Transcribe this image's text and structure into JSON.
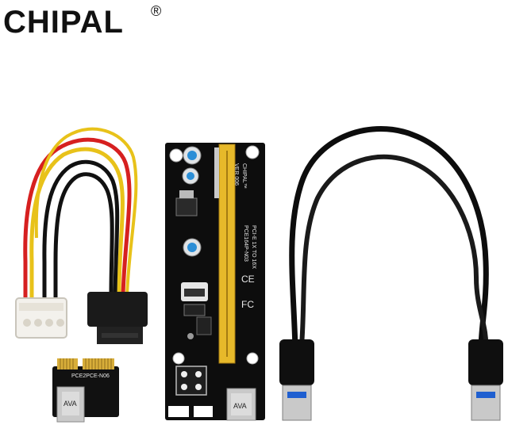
{
  "brand": {
    "name": "CHIPAL",
    "registered_mark": "®"
  },
  "pcb_labels": {
    "brand": "CHIPAL™",
    "version": "VER 006",
    "spec": "PCI-E 1X TO 16X",
    "model": "PCE164P-N03",
    "ce_mark": "CE",
    "fcc_mark": "FC",
    "adapter_model": "PCE2PCE-N06",
    "usb_label": "AVA"
  },
  "colors": {
    "background": "#ffffff",
    "pcb": "#111111",
    "slot": "#e7b92a",
    "cable": "#0d0d0d",
    "usb_metal": "#c9c9c9",
    "usb_blue": "#1f5fd0"
  }
}
